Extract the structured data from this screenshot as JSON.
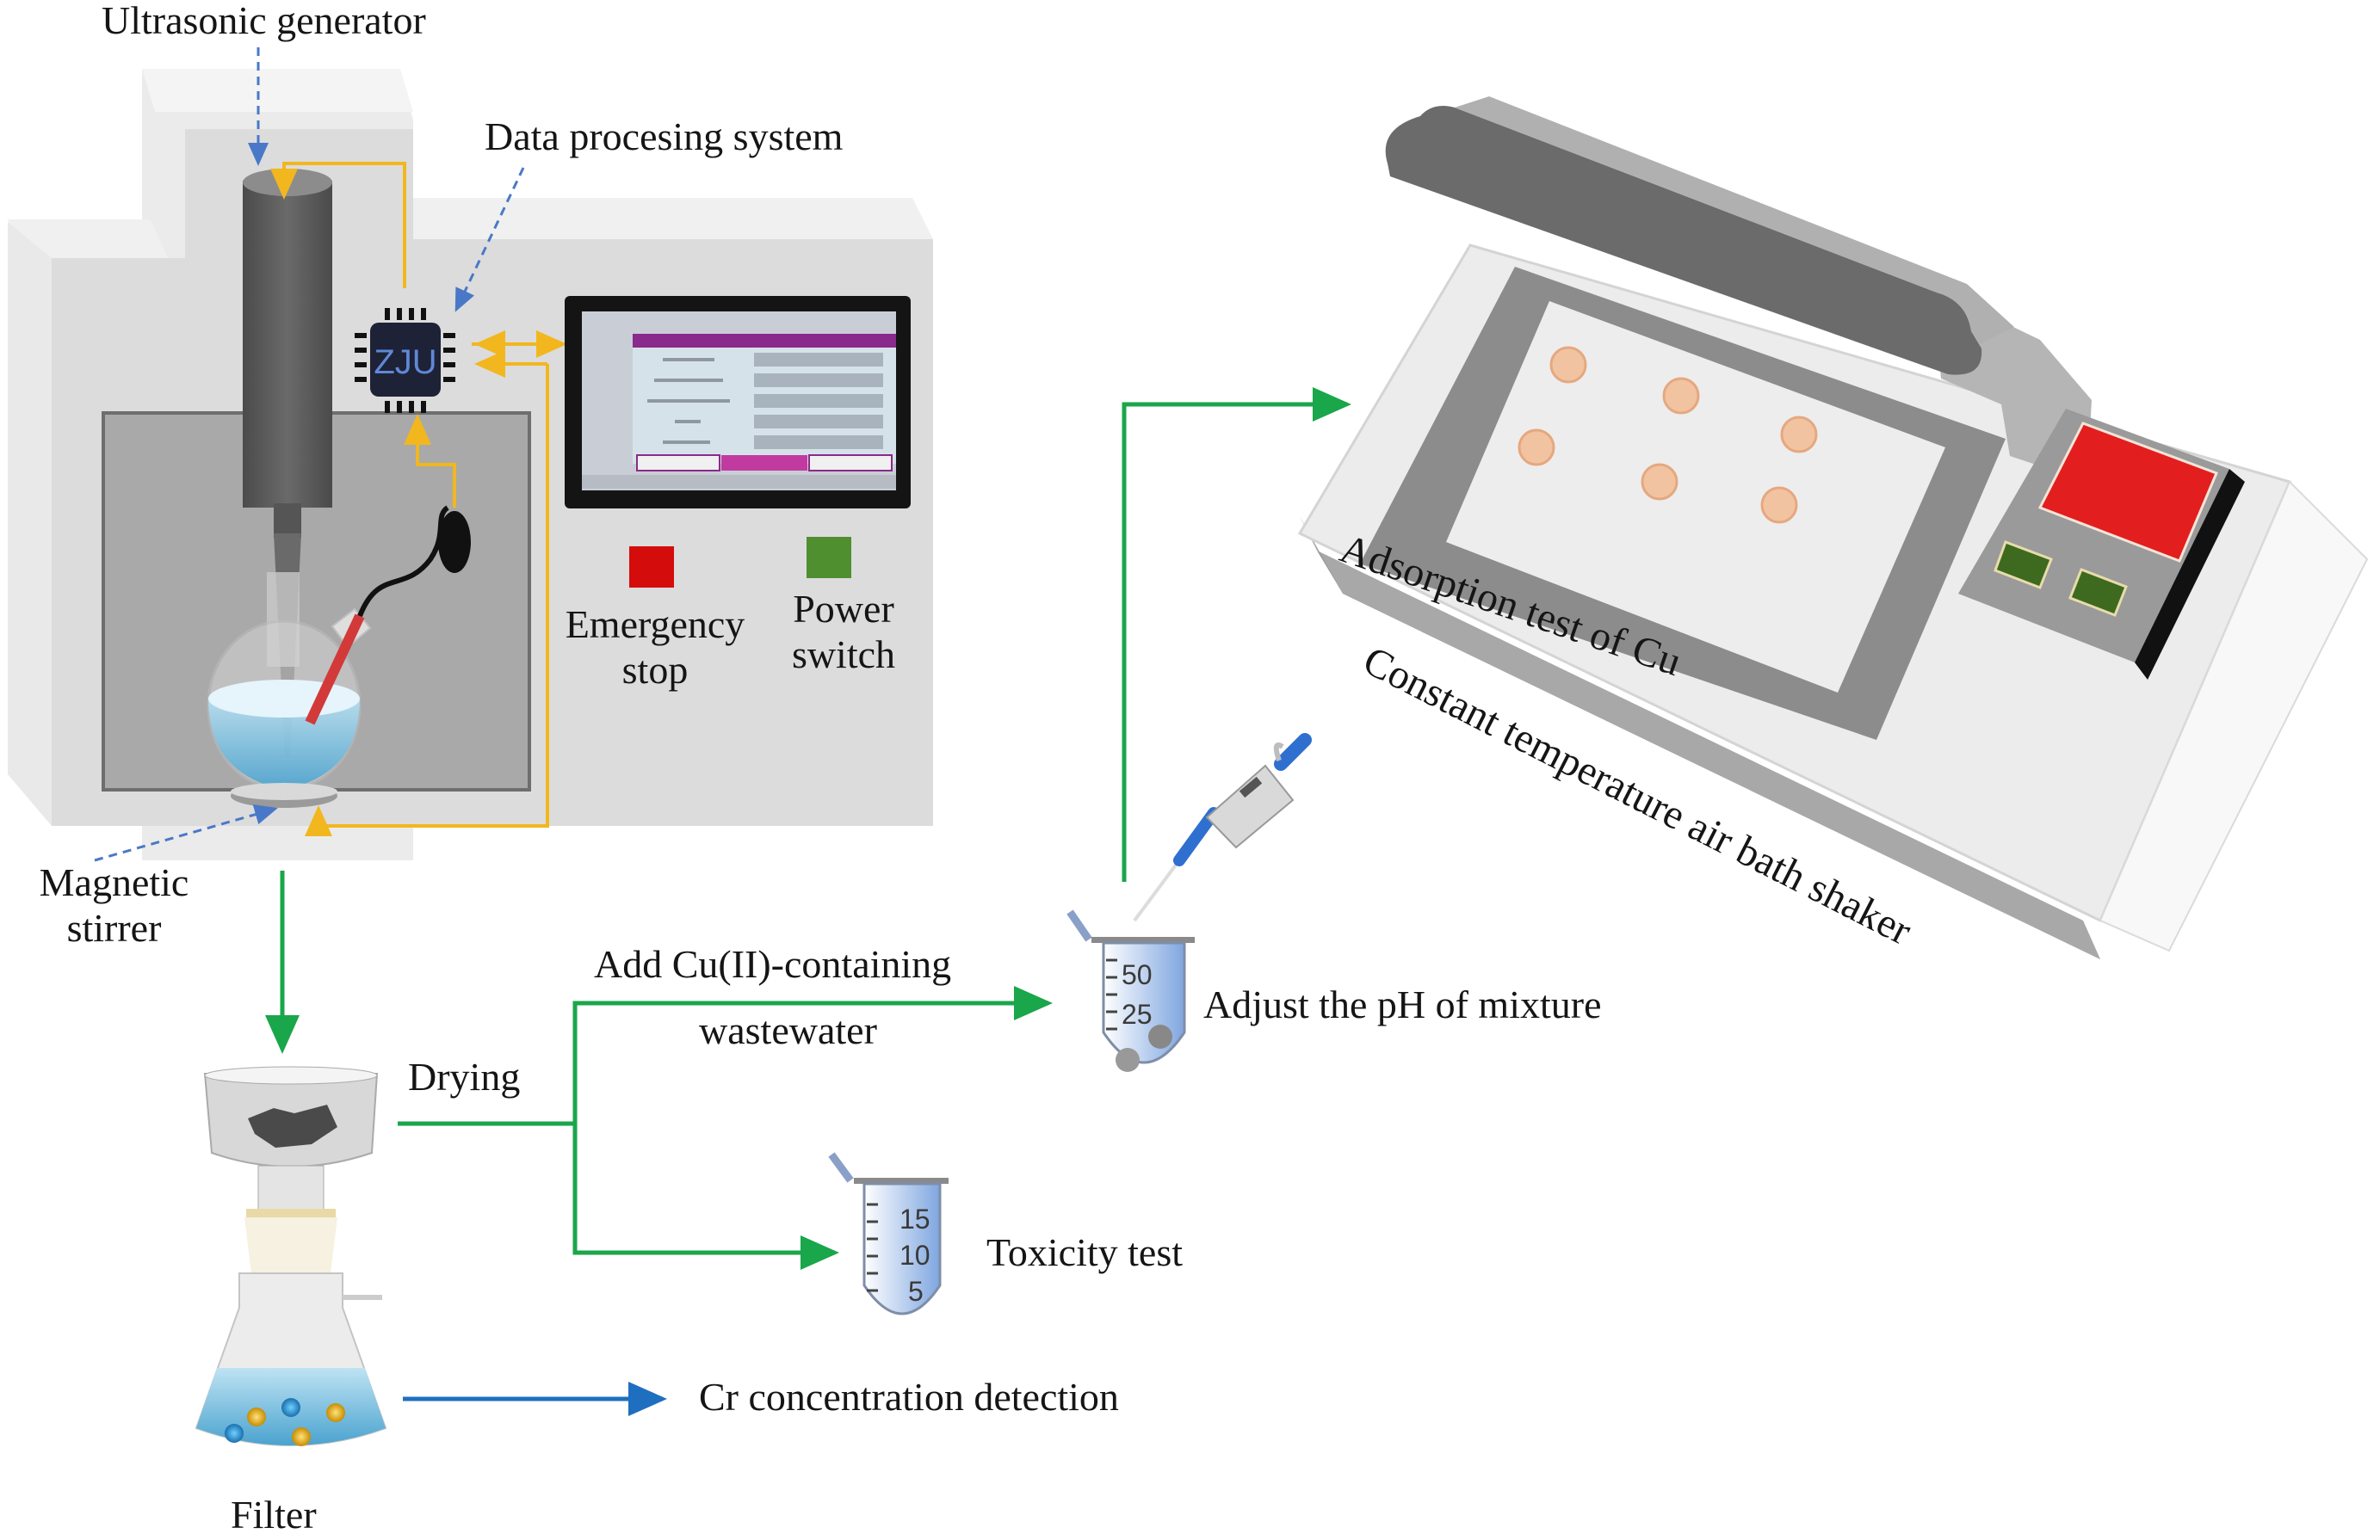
{
  "figure": {
    "labels": {
      "ultrasonic_generator": "Ultrasonic generator",
      "data_processing_system": "Data procesing system",
      "chip_text": "ZJU",
      "emergency_stop": [
        "Emergency",
        "stop"
      ],
      "power_switch": [
        "Power",
        "switch"
      ],
      "magnetic_stirrer": [
        "Magnetic",
        "stirrer"
      ],
      "filter": "Filter",
      "drying": "Drying",
      "add_cu": "Add Cu(II)-containing",
      "wastewater": "wastewater",
      "adjust_ph": "Adjust the pH of mixture",
      "toxicity_test": "Toxicity test",
      "cr_detection": "Cr concentration detection",
      "adsorption_test": "Adsorption test of Cu",
      "shaker": "Constant temperature air bath shaker"
    },
    "tube_large_scale": [
      "50",
      "25"
    ],
    "tube_small_scale": [
      "15",
      "10",
      "5"
    ],
    "colors": {
      "green_arrow": "#1aa64a",
      "blue_arrow": "#1f6fc0",
      "yellow_wire": "#f2b71f",
      "dashed_pointer": "#4a78c8",
      "emergency_red": "#d40c0c",
      "power_green": "#4f8f2f",
      "shaker_display_red": "#e31e1e",
      "shaker_button_green": "#3e6a1f",
      "chip_dark": "#1e2236",
      "chip_text": "#5f88d8",
      "screen_purple": "#8a2a8a",
      "sample_dot": "#f2c3a0"
    }
  }
}
